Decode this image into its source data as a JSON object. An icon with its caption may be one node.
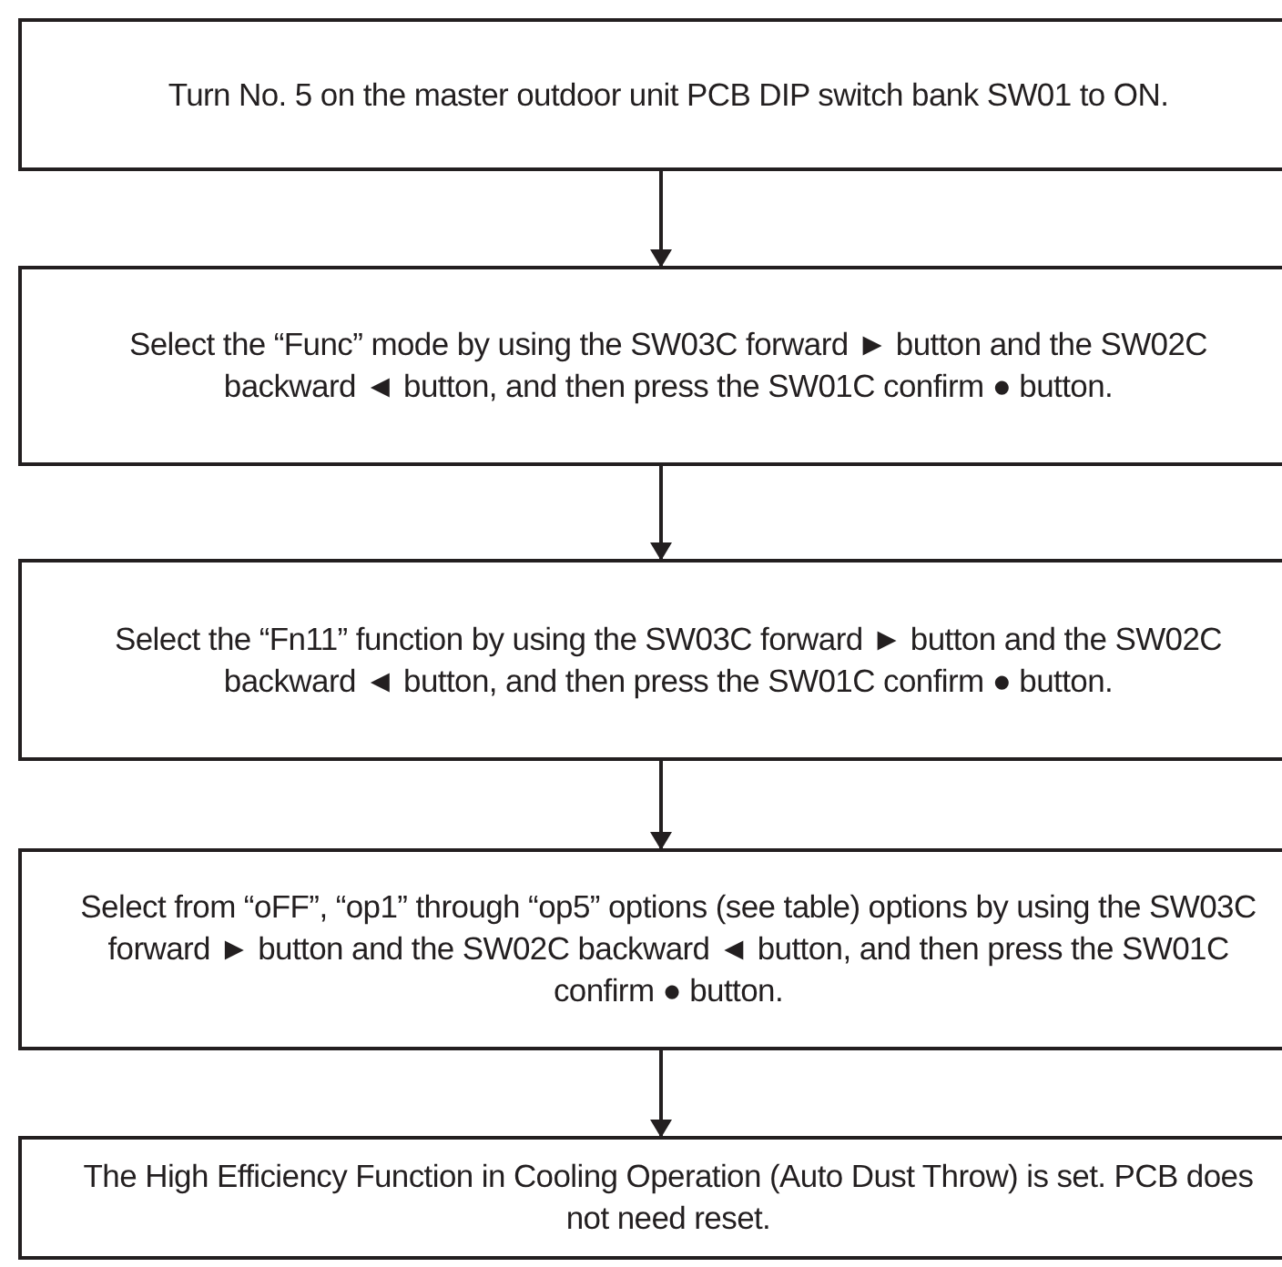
{
  "diagram": {
    "nodes": [
      {
        "text": [
          "Turn No. 5 on the master outdoor unit PCB DIP switch bank SW01 to ON."
        ]
      },
      {
        "text": [
          "Select the “Func” mode by using the SW03C forward ► button and the SW02C backward ◄ button, and then press the SW01C confirm ● button."
        ]
      },
      {
        "text": [
          "Select the “Fn11” function by using the SW03C forward ► button and the SW02C backward ◄ button, and then press the SW01C confirm ● button."
        ]
      },
      {
        "text": [
          "Select from “oFF”, “op1” through “op5” options (see table) options by using the SW03C forward ► button and the SW02C backward ◄ button, and then press the SW01C confirm ● button."
        ]
      },
      {
        "text": [
          "The High Efficiency Function in Cooling Operation (Auto Dust Throw) is set. PCB does not need reset."
        ]
      }
    ],
    "edges": [
      {
        "from": 0,
        "to": 1,
        "arrow": "to"
      },
      {
        "from": 1,
        "to": 2,
        "arrow": "to"
      },
      {
        "from": 2,
        "to": 3,
        "arrow": "to"
      },
      {
        "from": 3,
        "to": 4,
        "arrow": "to"
      }
    ]
  }
}
